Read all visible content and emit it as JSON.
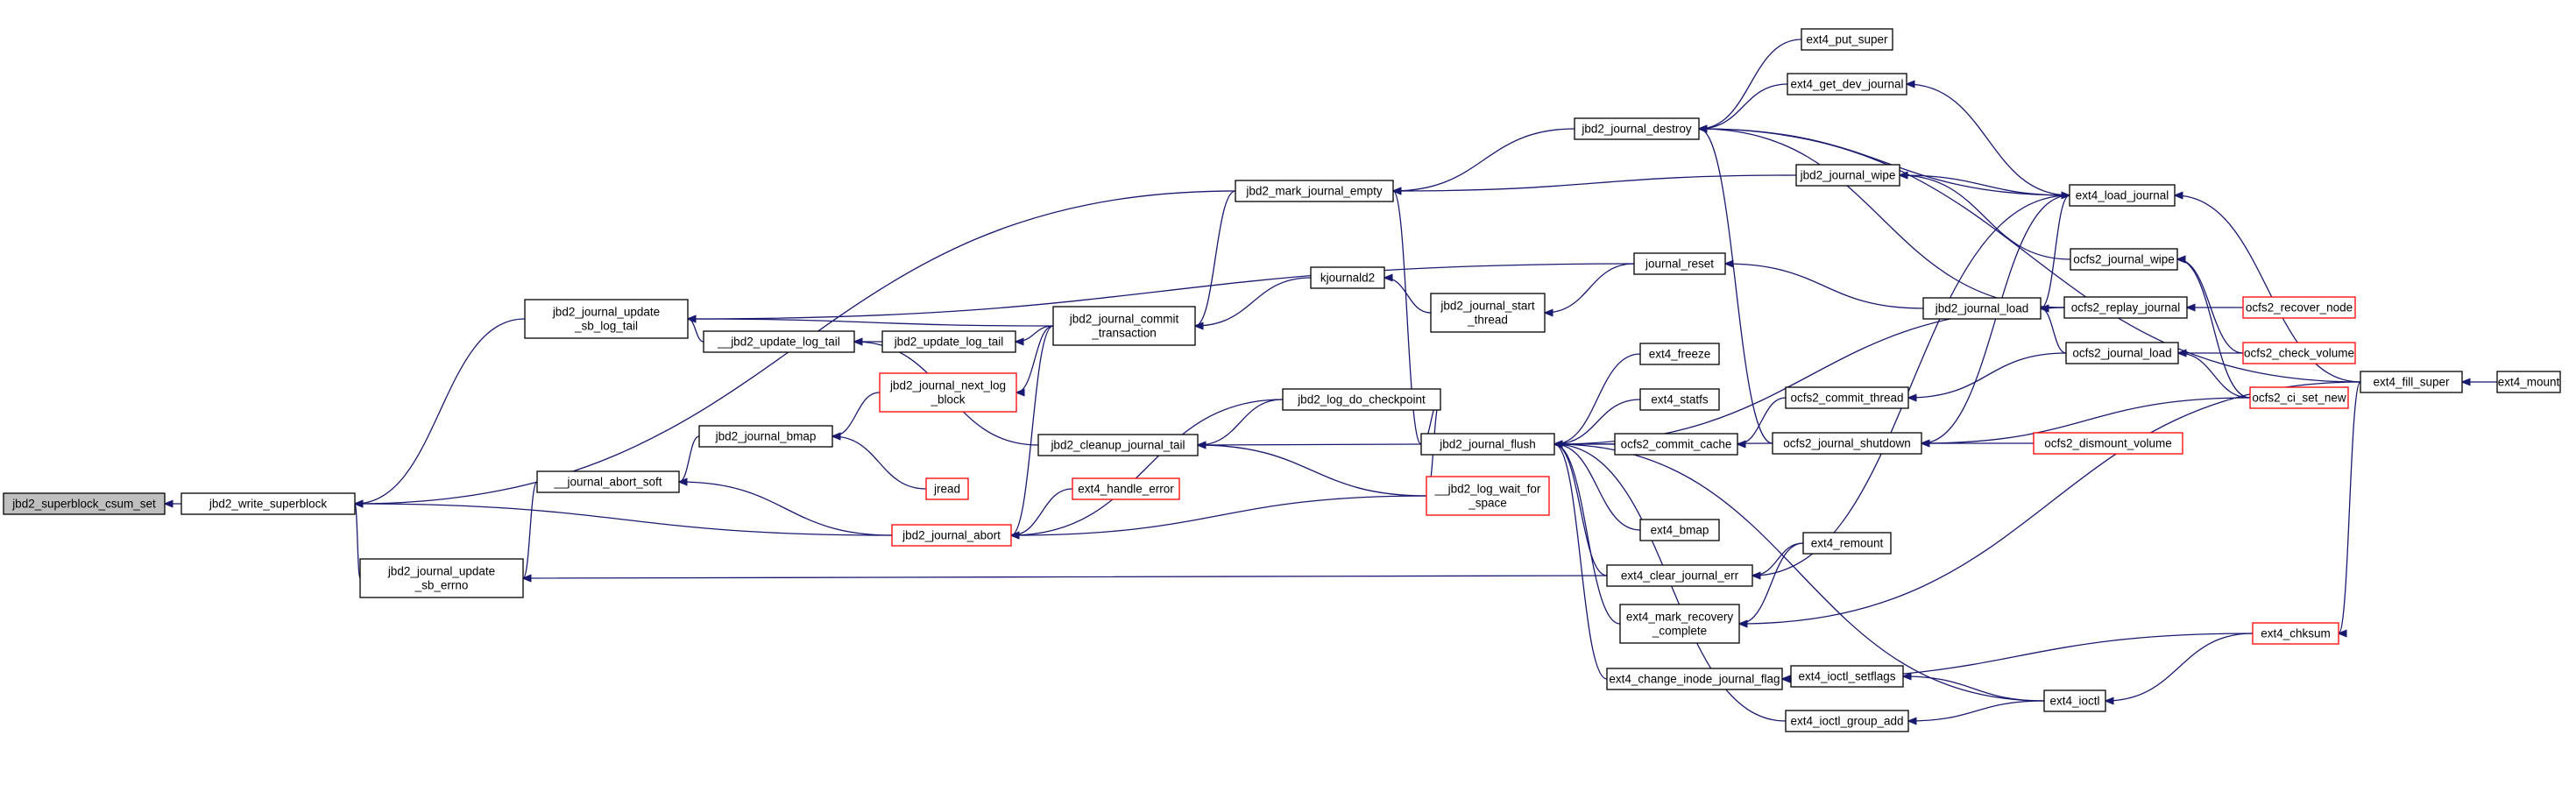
{
  "graph": {
    "title": "",
    "colors": {
      "edge": "#191970",
      "normal_border": "#000000",
      "truncated_border": "#ff0000",
      "root_fill": "#bfbfbf"
    },
    "nodes": [
      {
        "id": "csum_set",
        "label": "jbd2_superblock_csum_set",
        "root": true
      },
      {
        "id": "write_sb",
        "label": "jbd2_write_superblock"
      },
      {
        "id": "upd_sb_log_tail",
        "label": "jbd2_journal_update\n_sb_log_tail"
      },
      {
        "id": "upd_sb_errno",
        "label": "jbd2_journal_update\n_sb_errno"
      },
      {
        "id": "abort_soft",
        "label": "__journal_abort_soft"
      },
      {
        "id": "upd_log_tail_u",
        "label": "__jbd2_update_log_tail"
      },
      {
        "id": "upd_log_tail",
        "label": "jbd2_update_log_tail"
      },
      {
        "id": "journal_bmap",
        "label": "jbd2_journal_bmap"
      },
      {
        "id": "next_log_block",
        "label": "jbd2_journal_next_log\n_block",
        "red": true
      },
      {
        "id": "jread",
        "label": "jread",
        "red": true
      },
      {
        "id": "journal_abort",
        "label": "jbd2_journal_abort",
        "red": true
      },
      {
        "id": "commit_txn",
        "label": "jbd2_journal_commit\n_transaction"
      },
      {
        "id": "mark_empty",
        "label": "jbd2_mark_journal_empty"
      },
      {
        "id": "cleanup_tail",
        "label": "jbd2_cleanup_journal_tail"
      },
      {
        "id": "ext4_handle_error",
        "label": "ext4_handle_error",
        "red": true
      },
      {
        "id": "log_do_checkpoint",
        "label": "jbd2_log_do_checkpoint"
      },
      {
        "id": "kjournald2",
        "label": "kjournald2"
      },
      {
        "id": "journal_destroy",
        "label": "jbd2_journal_destroy"
      },
      {
        "id": "journal_reset",
        "label": "journal_reset"
      },
      {
        "id": "journal_start_thread",
        "label": "jbd2_journal_start\n_thread"
      },
      {
        "id": "journal_flush",
        "label": "jbd2_journal_flush"
      },
      {
        "id": "log_wait_space",
        "label": "__jbd2_log_wait_for\n_space",
        "red": true
      },
      {
        "id": "ext4_put_super",
        "label": "ext4_put_super"
      },
      {
        "id": "ext4_get_dev_journal",
        "label": "ext4_get_dev_journal"
      },
      {
        "id": "journal_wipe",
        "label": "jbd2_journal_wipe"
      },
      {
        "id": "journal_load",
        "label": "jbd2_journal_load"
      },
      {
        "id": "ext4_freeze",
        "label": "ext4_freeze"
      },
      {
        "id": "ext4_statfs",
        "label": "ext4_statfs"
      },
      {
        "id": "ocfs2_commit_cache",
        "label": "ocfs2_commit_cache"
      },
      {
        "id": "ext4_bmap",
        "label": "ext4_bmap"
      },
      {
        "id": "ext4_clear_journal_err",
        "label": "ext4_clear_journal_err"
      },
      {
        "id": "ext4_mark_recovery",
        "label": "ext4_mark_recovery\n_complete"
      },
      {
        "id": "ext4_change_flag",
        "label": "ext4_change_inode_journal_flag"
      },
      {
        "id": "ext4_ioctl_group_add",
        "label": "ext4_ioctl_group_add"
      },
      {
        "id": "ext4_ioctl_setflags",
        "label": "ext4_ioctl_setflags"
      },
      {
        "id": "ext4_remount",
        "label": "ext4_remount"
      },
      {
        "id": "ocfs2_commit_thread",
        "label": "ocfs2_commit_thread"
      },
      {
        "id": "ocfs2_journal_shutdown",
        "label": "ocfs2_journal_shutdown"
      },
      {
        "id": "ext4_load_journal",
        "label": "ext4_load_journal"
      },
      {
        "id": "ocfs2_journal_wipe",
        "label": "ocfs2_journal_wipe"
      },
      {
        "id": "ocfs2_replay_journal",
        "label": "ocfs2_replay_journal"
      },
      {
        "id": "ocfs2_journal_load",
        "label": "ocfs2_journal_load"
      },
      {
        "id": "ocfs2_dismount_volume",
        "label": "ocfs2_dismount_volume",
        "red": true
      },
      {
        "id": "ext4_ioctl",
        "label": "ext4_ioctl"
      },
      {
        "id": "ext4_chksum",
        "label": "ext4_chksum",
        "red": true
      },
      {
        "id": "ocfs2_recover_node",
        "label": "ocfs2_recover_node",
        "red": true
      },
      {
        "id": "ocfs2_check_volume",
        "label": "ocfs2_check_volume",
        "red": true
      },
      {
        "id": "ocfs2_ci_set_new",
        "label": "ocfs2_ci_set_new",
        "red": true
      },
      {
        "id": "ext4_fill_super",
        "label": "ext4_fill_super"
      },
      {
        "id": "ext4_mount",
        "label": "ext4_mount"
      }
    ],
    "edges": [
      [
        "write_sb",
        "csum_set"
      ],
      [
        "upd_sb_log_tail",
        "write_sb"
      ],
      [
        "upd_sb_errno",
        "write_sb"
      ],
      [
        "journal_abort",
        "write_sb"
      ],
      [
        "mark_empty",
        "write_sb"
      ],
      [
        "abort_soft",
        "upd_sb_errno"
      ],
      [
        "ext4_clear_journal_err",
        "upd_sb_errno"
      ],
      [
        "journal_bmap",
        "abort_soft"
      ],
      [
        "journal_abort",
        "abort_soft"
      ],
      [
        "upd_log_tail_u",
        "upd_sb_log_tail"
      ],
      [
        "commit_txn",
        "upd_sb_log_tail"
      ],
      [
        "journal_reset",
        "upd_sb_log_tail"
      ],
      [
        "upd_log_tail",
        "upd_log_tail_u"
      ],
      [
        "cleanup_tail",
        "upd_log_tail_u"
      ],
      [
        "commit_txn",
        "upd_log_tail"
      ],
      [
        "next_log_block",
        "journal_bmap"
      ],
      [
        "jread",
        "journal_bmap"
      ],
      [
        "commit_txn",
        "next_log_block"
      ],
      [
        "commit_txn",
        "journal_abort"
      ],
      [
        "log_do_checkpoint",
        "journal_abort"
      ],
      [
        "ext4_handle_error",
        "journal_abort"
      ],
      [
        "log_wait_space",
        "journal_abort"
      ],
      [
        "kjournald2",
        "commit_txn"
      ],
      [
        "journal_start_thread",
        "kjournald2"
      ],
      [
        "journal_reset",
        "journal_start_thread"
      ],
      [
        "journal_load",
        "journal_reset"
      ],
      [
        "mark_empty",
        "commit_txn"
      ],
      [
        "journal_destroy",
        "mark_empty"
      ],
      [
        "journal_wipe",
        "mark_empty"
      ],
      [
        "log_do_checkpoint",
        "cleanup_tail"
      ],
      [
        "journal_flush",
        "cleanup_tail"
      ],
      [
        "log_wait_space",
        "cleanup_tail"
      ],
      [
        "journal_flush",
        "log_do_checkpoint"
      ],
      [
        "log_wait_space",
        "log_do_checkpoint"
      ],
      [
        "journal_flush",
        "mark_empty"
      ],
      [
        "ext4_put_super",
        "journal_destroy"
      ],
      [
        "ext4_get_dev_journal",
        "journal_destroy"
      ],
      [
        "ext4_load_journal",
        "journal_destroy"
      ],
      [
        "ext4_fill_super",
        "journal_destroy"
      ],
      [
        "ocfs2_journal_shutdown",
        "journal_destroy"
      ],
      [
        "ocfs2_replay_journal",
        "journal_destroy"
      ],
      [
        "ext4_load_journal",
        "ext4_get_dev_journal"
      ],
      [
        "ext4_load_journal",
        "journal_wipe"
      ],
      [
        "ocfs2_journal_wipe",
        "journal_wipe"
      ],
      [
        "ext4_load_journal",
        "journal_load"
      ],
      [
        "ocfs2_replay_journal",
        "journal_load"
      ],
      [
        "ocfs2_journal_load",
        "journal_load"
      ],
      [
        "ext4_freeze",
        "journal_flush"
      ],
      [
        "ext4_statfs",
        "journal_flush"
      ],
      [
        "ocfs2_commit_cache",
        "journal_flush"
      ],
      [
        "ocfs2_journal_shutdown",
        "journal_flush"
      ],
      [
        "ocfs2_replay_journal",
        "journal_flush"
      ],
      [
        "ext4_bmap",
        "journal_flush"
      ],
      [
        "ext4_clear_journal_err",
        "journal_flush"
      ],
      [
        "ext4_mark_recovery",
        "journal_flush"
      ],
      [
        "ext4_change_flag",
        "journal_flush"
      ],
      [
        "ext4_ioctl_group_add",
        "journal_flush"
      ],
      [
        "ext4_ioctl",
        "journal_flush"
      ],
      [
        "ocfs2_commit_thread",
        "ocfs2_commit_cache"
      ],
      [
        "ocfs2_journal_load",
        "ocfs2_commit_thread"
      ],
      [
        "ocfs2_dismount_volume",
        "ocfs2_journal_shutdown"
      ],
      [
        "ocfs2_ci_set_new",
        "ocfs2_journal_shutdown"
      ],
      [
        "ocfs2_journal_shutdown",
        "ext4_load_journal"
      ],
      [
        "ext4_remount",
        "ext4_clear_journal_err"
      ],
      [
        "ext4_load_journal",
        "ext4_clear_journal_err"
      ],
      [
        "ext4_remount",
        "ext4_mark_recovery"
      ],
      [
        "ext4_fill_super",
        "ext4_mark_recovery"
      ],
      [
        "ext4_ioctl_setflags",
        "ext4_change_flag"
      ],
      [
        "ext4_chksum",
        "ext4_change_flag"
      ],
      [
        "ext4_ioctl",
        "ext4_ioctl_setflags"
      ],
      [
        "ext4_ioctl",
        "ext4_ioctl_group_add"
      ],
      [
        "ext4_fill_super",
        "ext4_load_journal"
      ],
      [
        "ocfs2_check_volume",
        "ocfs2_journal_wipe"
      ],
      [
        "ocfs2_ci_set_new",
        "ocfs2_journal_wipe"
      ],
      [
        "ocfs2_recover_node",
        "ocfs2_replay_journal"
      ],
      [
        "ocfs2_check_volume",
        "ocfs2_journal_load"
      ],
      [
        "ocfs2_ci_set_new",
        "ocfs2_journal_load"
      ],
      [
        "ext4_chksum",
        "ext4_ioctl"
      ],
      [
        "ext4_fill_super",
        "ext4_chksum"
      ],
      [
        "ext4_mount",
        "ext4_fill_super"
      ]
    ]
  }
}
